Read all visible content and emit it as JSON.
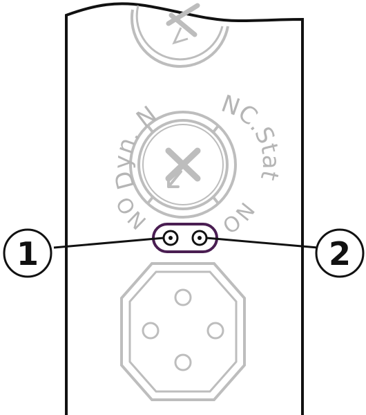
{
  "colors": {
    "outline": "#111111",
    "gray": "#b8b8b8",
    "led_ring": "#4a1e52"
  },
  "icons": [
    "screw-head-icon",
    "rotary-switch-icon",
    "led-indicator-icon",
    "m12-connector-icon"
  ],
  "switch": {
    "label_dyn_nc": "Dyn. NC",
    "label_nc_stat": "NC.Stat.",
    "label_no_left": "NO",
    "label_no_right": "NO"
  },
  "callouts": {
    "left": "1",
    "right": "2"
  }
}
